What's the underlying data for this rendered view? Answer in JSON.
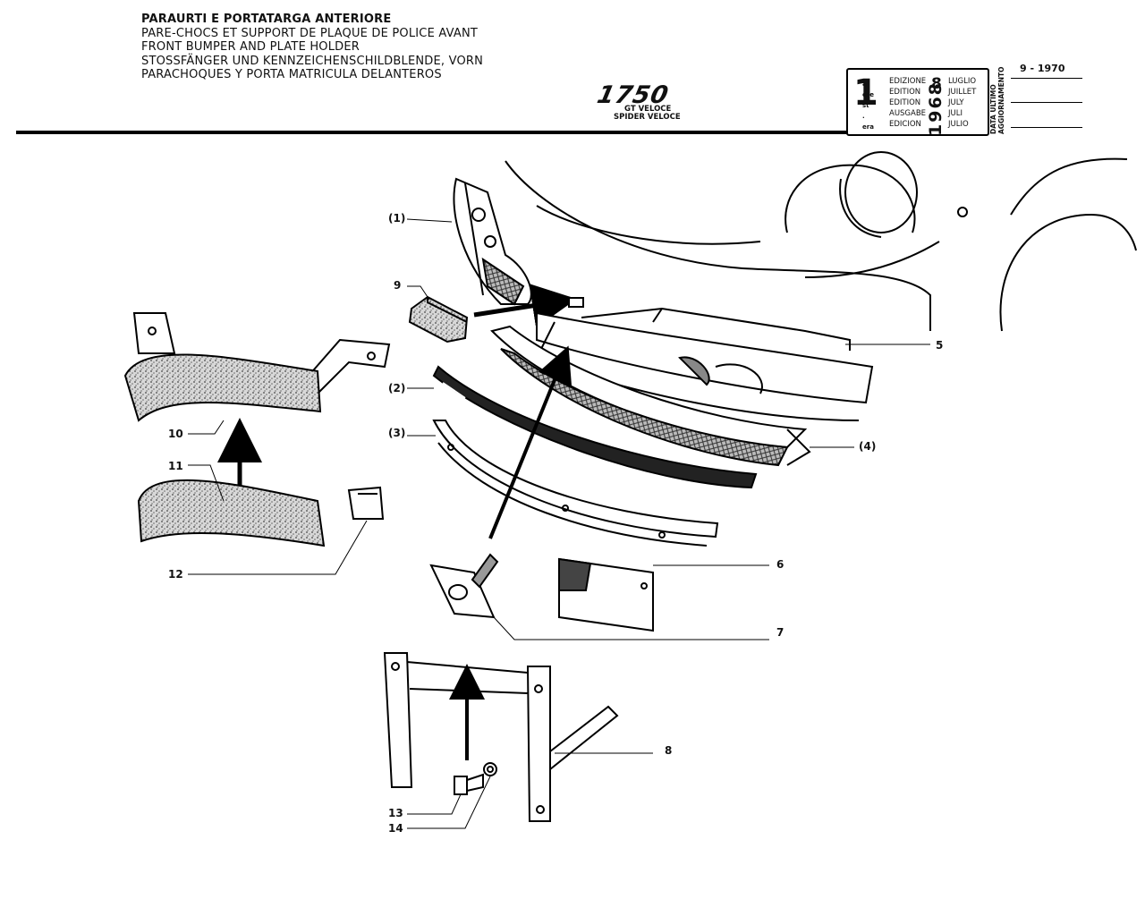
{
  "header": {
    "titles": [
      "PARAURTI E PORTATARGA ANTERIORE",
      "PARE-CHOCS ET SUPPORT DE PLAQUE DE POLICE AVANT",
      "FRONT BUMPER AND PLATE HOLDER",
      "STOSSFÄNGER UND KENNZEICHENSCHILDBLENDE, VORN",
      "PARACHOQUES Y PORTA MATRICULA DELANTEROS"
    ],
    "model": "1750",
    "variants": [
      "GT VELOCE",
      "SPIDER VELOCE"
    ]
  },
  "edition_box": {
    "number": "1",
    "suffixes": [
      "a",
      "ere",
      "st",
      ".",
      "era"
    ],
    "labels": [
      "EDIZIONE",
      "EDITION",
      "EDITION",
      "AUSGABE",
      "EDICION"
    ],
    "day": "8",
    "year": "1968",
    "months": [
      "LUGLIO",
      "JUILLET",
      "JULY",
      "JULI",
      "JULIO"
    ]
  },
  "last_update": {
    "label_line1": "DATA ULTIMO",
    "label_line2": "AGGIORNAMENTO",
    "date": "9 - 1970"
  },
  "callouts": {
    "c1": "(1)",
    "c2": "(2)",
    "c3": "(3)",
    "c4": "(4)",
    "c5": "5",
    "c6": "6",
    "c7": "7",
    "c8": "8",
    "c9": "9",
    "c10": "10",
    "c11": "11",
    "c12": "12",
    "c13": "13",
    "c14": "14"
  }
}
